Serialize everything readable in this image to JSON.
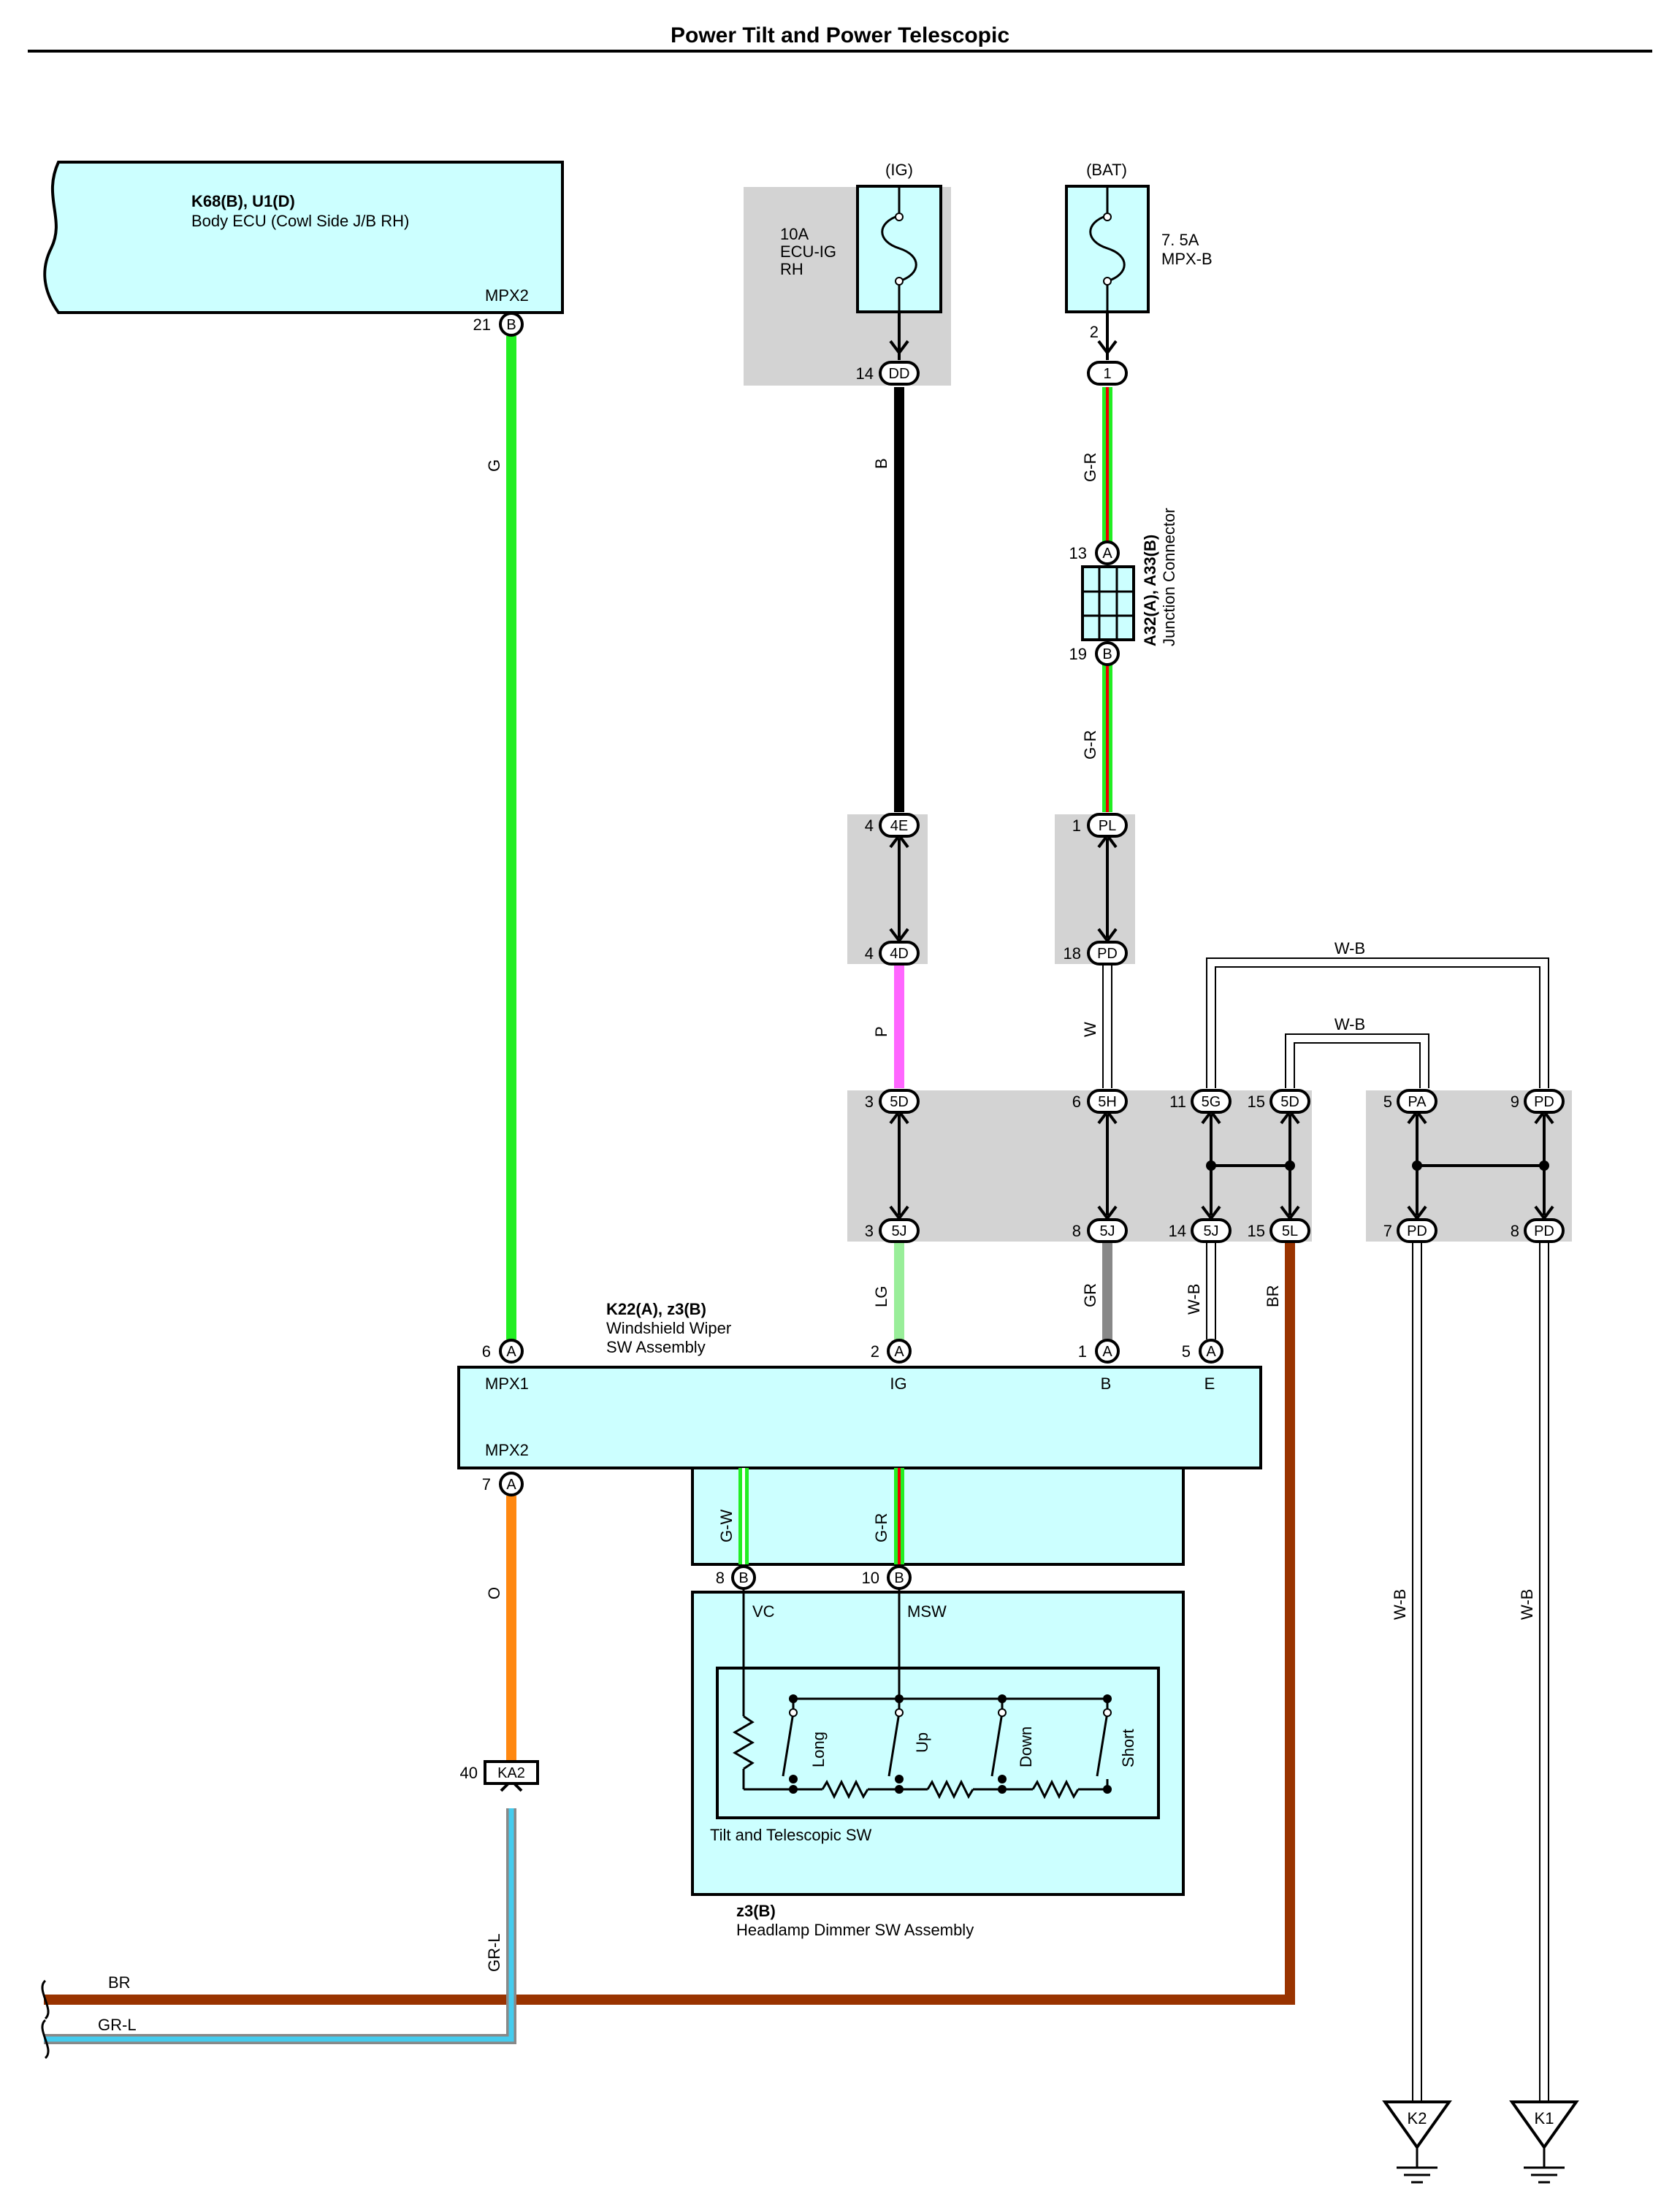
{
  "title": "Power Tilt and Power Telescopic",
  "body_ecu": {
    "code": "K68(B), U1(D)",
    "name": "Body ECU (Cowl Side J/B RH)",
    "terminal": "MPX2",
    "pin": "21",
    "conn": "B"
  },
  "fuse_ig": {
    "supply": "(IG)",
    "rating": "10A",
    "name1": "ECU-IG",
    "name2": "RH",
    "pin": "14",
    "conn": "DD"
  },
  "fuse_bat": {
    "supply": "(BAT)",
    "rating": "7. 5A",
    "name": "MPX-B",
    "pin_top": "2",
    "conn": "1"
  },
  "junction": {
    "code": "A32(A), A33(B)",
    "name": "Junction Connector",
    "pin_a": "13",
    "conn_a": "A",
    "pin_b": "19",
    "conn_b": "B"
  },
  "wire_colors": {
    "g": "G",
    "b": "B",
    "gr_r": "G-R",
    "p": "P",
    "w": "W",
    "w_b": "W-B",
    "lg": "LG",
    "gr": "GR",
    "br": "BR",
    "o": "O",
    "gr_l": "GR-L",
    "g_w": "G-W"
  },
  "connectors": {
    "c4e": {
      "pin": "4",
      "code": "4E"
    },
    "c4d": {
      "pin": "4",
      "code": "4D"
    },
    "cpl": {
      "pin": "1",
      "code": "PL"
    },
    "cpd18": {
      "pin": "18",
      "code": "PD"
    },
    "c5d3": {
      "pin": "3",
      "code": "5D"
    },
    "c5h": {
      "pin": "6",
      "code": "5H"
    },
    "c5g": {
      "pin": "11",
      "code": "5G"
    },
    "c5d15": {
      "pin": "15",
      "code": "5D"
    },
    "cpa": {
      "pin": "5",
      "code": "PA"
    },
    "cpd9": {
      "pin": "9",
      "code": "PD"
    },
    "c5j3": {
      "pin": "3",
      "code": "5J"
    },
    "c5j8": {
      "pin": "8",
      "code": "5J"
    },
    "c5j14": {
      "pin": "14",
      "code": "5J"
    },
    "c5l": {
      "pin": "15",
      "code": "5L"
    },
    "cpd7": {
      "pin": "7",
      "code": "PD"
    },
    "cpd8": {
      "pin": "8",
      "code": "PD"
    },
    "cka2": {
      "pin": "40",
      "code": "KA2"
    }
  },
  "wiper_sw": {
    "code": "K22(A), z3(B)",
    "name1": "Windshield Wiper",
    "name2": "SW Assembly",
    "terminals": {
      "mpx1": "MPX1",
      "ig": "IG",
      "b": "B",
      "e": "E",
      "mpx2": "MPX2"
    },
    "pins": {
      "a6": "6",
      "a2": "2",
      "a1": "1",
      "a5": "5",
      "a7": "7",
      "b8": "8",
      "b10": "10"
    },
    "conn_a": "A",
    "conn_b": "B"
  },
  "dimmer_sw": {
    "code": "z3(B)",
    "name": "Headlamp Dimmer SW Assembly",
    "terminals": {
      "vc": "VC",
      "msw": "MSW"
    },
    "inner": "Tilt and Telescopic SW",
    "switches": [
      "Long",
      "Up",
      "Down",
      "Short"
    ]
  },
  "grounds": {
    "k2": "K2",
    "k1": "K1"
  },
  "colors": {
    "component_fill": "#ccffff",
    "connector_fill": "#d3d3d3",
    "g": "#22ee22",
    "lg": "#99ee99",
    "p": "#ff66ff",
    "gr": "#888888",
    "br": "#993300",
    "o": "#ff8811",
    "lblue": "#44ccee",
    "red": "#ee0000"
  }
}
